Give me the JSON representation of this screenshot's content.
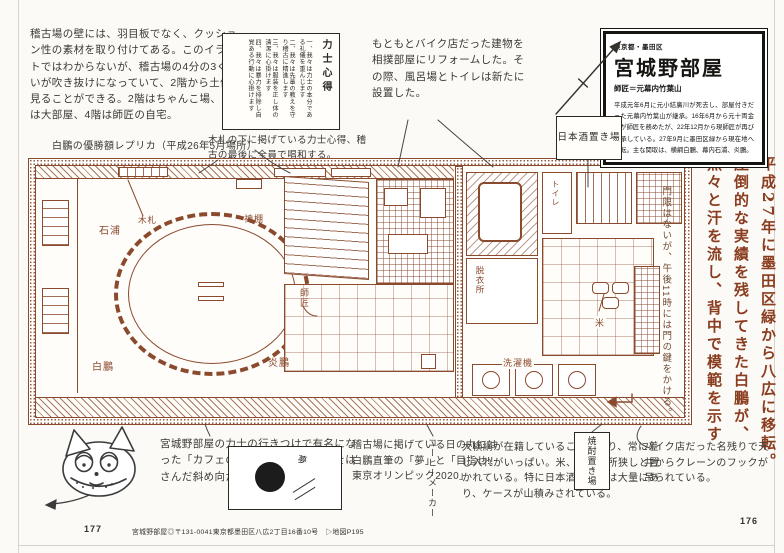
{
  "colors": {
    "ink": "#8a4a2e",
    "accent": "#8a3c1e",
    "text": "#2b2925"
  },
  "page": {
    "left_number": "177",
    "right_number": "176",
    "footer": "宮城野部屋◎〒131-0041東京都墨田区八広2丁目16番10号　▷地図P195"
  },
  "title_block": {
    "region": "東京都・墨田区",
    "title": "宮城野部屋",
    "subtitle": "師匠＝元幕内竹葉山",
    "description": "平成元年6月に元小結廣川が死去し、部屋付きだった元幕内竹葉山が継承。16年6月から元十両金親が師匠を務めたが、22年12月から現師匠が再び継承している。27年9月に墨田区緑から現在地へ移転。主な関取は、横綱白鵬、幕内石浦、炎鵬。"
  },
  "lead": {
    "col1": "平成27年に墨田区緑から八広に移転。",
    "col2": "圧倒的な実績を残してきた白鵬が、",
    "col3": "黙々と汗を流し、背中で模範を示す"
  },
  "kokoroe": {
    "title": "力士心得",
    "items": [
      "一、我々は力士の本分である礼儀を重んじます",
      "二、我々は先輩の教えを守り稽古に精進します",
      "三、我々は服装を正し体の清潔に心掛けます",
      "四、我々は暴力を排除し自覚ある行動に心掛けます"
    ],
    "caption": "木札の下に掲げている力士心得、稽古の最後に全員で唱和する。"
  },
  "notes": {
    "wall": "稽古場の壁には、羽目板でなく、クッション性の素材を取り付けてある。このイラストではわからないが、稽古場の4分の3くらいが吹き抜けになっていて、2階から土俵を見ることができる。2階はちゃんこ場、3階は大部屋、4階は師匠の自宅。",
    "replica": "白鵬の優勝額レプリカ（平成26年5月場所）",
    "renovation": "もともとバイク店だった建物を相撲部屋にリフォームした。その際、風呂場とトイレは新たに設置した。",
    "curfew": "門限はないが、午後11時には門の鍵をかける。",
    "cafe": "宮城野部屋の力士の行きつけで有名になった「カフェのらくろ」が明治通りをはさんだ斜め向かいにある。徒歩1分。",
    "flag": "稽古場に掲げている日の丸には白鵬直筆の「夢」と「目指せ!!東京オリンピック2020」",
    "gifts": "大横綱が在籍していることもあり、常に差し入れがいっぱい。米、飲料が所狭しと置かれている。特に日本酒や焼酎は大量にあり、ケースが山積みされている。",
    "crane": "バイク店だった名残りで天井からクレーンのフックが吊られている。"
  },
  "plan_labels": {
    "ishiura": "石浦",
    "kifuda": "木札",
    "kamidana": "神棚",
    "hakuho": "白鵬",
    "enho": "炎鵬",
    "shisho": "師匠",
    "toilet": "トイレ",
    "dressing": "脱衣所",
    "rice": "米",
    "washer": "洗濯機",
    "sake_storage": "日本酒置き場",
    "shochu_storage": "焼酎置き場",
    "coffee_maker": "コーヒーメーカー"
  },
  "flag": {
    "character": "夢"
  }
}
